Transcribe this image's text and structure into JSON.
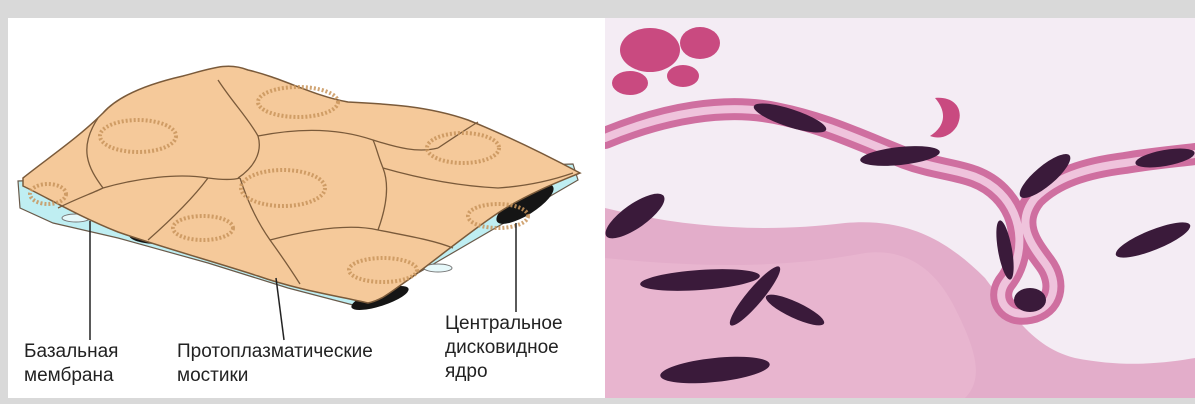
{
  "labels": {
    "basal_membrane": [
      "Базальная",
      "мембрана"
    ],
    "protoplasmic_bridges": [
      "Протоплазматические",
      "мостики"
    ],
    "central_nucleus": [
      "Центральное",
      "дисковидное",
      "ядро"
    ]
  },
  "colors": {
    "cell_fill": "#f5c99a",
    "cell_outline": "#7a5a3a",
    "basal_membrane": "#bfeef2",
    "nucleus": "#151515",
    "tissue_pink": "#d98fb4",
    "tissue_light": "#f4ecf4"
  }
}
